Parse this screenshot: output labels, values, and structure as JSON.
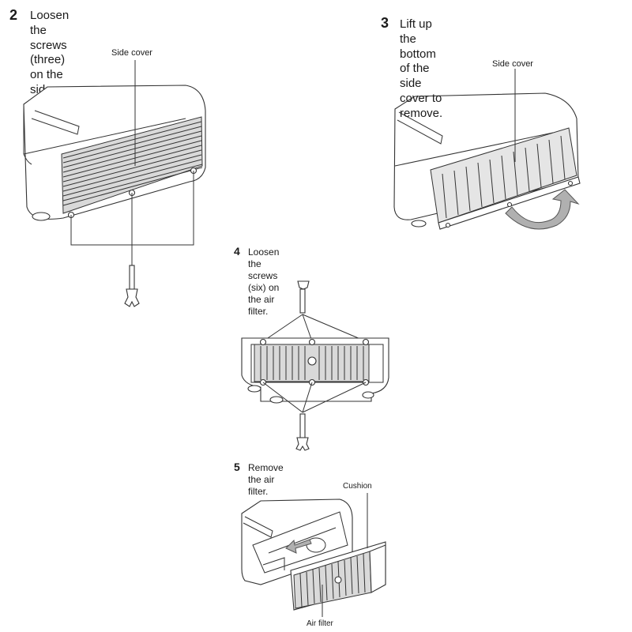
{
  "steps": [
    {
      "number": "2",
      "text_line1": "Loosen the screws (three) on the",
      "text_line2": "side cover.",
      "label": "Side cover"
    },
    {
      "number": "3",
      "text_line1": "Lift up the bottom of the side",
      "text_line2": "cover to remove.",
      "label": "Side cover"
    },
    {
      "number": "4",
      "text_line1": "Loosen the screws (six) on the air",
      "text_line2": "filter."
    },
    {
      "number": "5",
      "text_line1": "Remove the air filter.",
      "label_top": "Cushion",
      "label_bottom": "Air filter"
    }
  ],
  "colors": {
    "ink": "#1a1a1a",
    "line": "#333333",
    "grille": "#d9d9d9",
    "arrow": "#b0b0b0"
  }
}
